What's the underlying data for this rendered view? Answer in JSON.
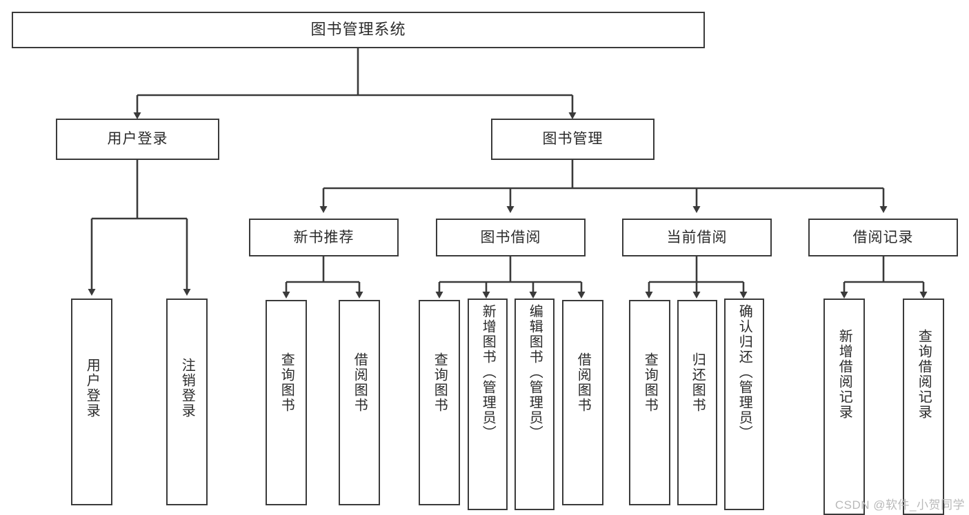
{
  "diagram": {
    "title": "图书管理系统",
    "type": "tree-hierarchy-chart",
    "watermark": "CSDN @软件_小贺同学",
    "colors": {
      "box_border": "#3a3a3a",
      "box_fill": "#ffffff",
      "text": "#2b2b2b",
      "connector": "#3a3a3a",
      "watermark": "#b9b9b9",
      "background": "#ffffff"
    },
    "nodes": {
      "root": {
        "label": "图书管理系统"
      },
      "level2": [
        {
          "id": "user-login",
          "label": "用户登录"
        },
        {
          "id": "book-manage",
          "label": "图书管理"
        }
      ],
      "level3": [
        {
          "id": "new-book-recommend",
          "label": "新书推荐"
        },
        {
          "id": "book-borrow",
          "label": "图书借阅"
        },
        {
          "id": "current-borrow",
          "label": "当前借阅"
        },
        {
          "id": "borrow-record",
          "label": "借阅记录"
        }
      ],
      "leaves": {
        "user_login": [
          {
            "id": "leaf-user-login",
            "label": "用户登录"
          },
          {
            "id": "leaf-logout-login",
            "label": "注销登录"
          }
        ],
        "new_book_recommend": [
          {
            "id": "leaf-query-book-1",
            "label": "查询图书"
          },
          {
            "id": "leaf-borrow-book-1",
            "label": "借阅图书"
          }
        ],
        "book_borrow": [
          {
            "id": "leaf-query-book-2",
            "label": "查询图书"
          },
          {
            "id": "leaf-add-book",
            "label": "新增图书（管理员）"
          },
          {
            "id": "leaf-edit-book",
            "label": "编辑图书（管理员）"
          },
          {
            "id": "leaf-borrow-book-2",
            "label": "借阅图书"
          }
        ],
        "current_borrow": [
          {
            "id": "leaf-query-book-3",
            "label": "查询图书"
          },
          {
            "id": "leaf-return-book",
            "label": "归还图书"
          },
          {
            "id": "leaf-confirm-return",
            "label": "确认归还（管理员）"
          }
        ],
        "borrow_record": [
          {
            "id": "leaf-add-record",
            "label": "新增借阅记录"
          },
          {
            "id": "leaf-query-record",
            "label": "查询借阅记录"
          }
        ]
      }
    }
  }
}
